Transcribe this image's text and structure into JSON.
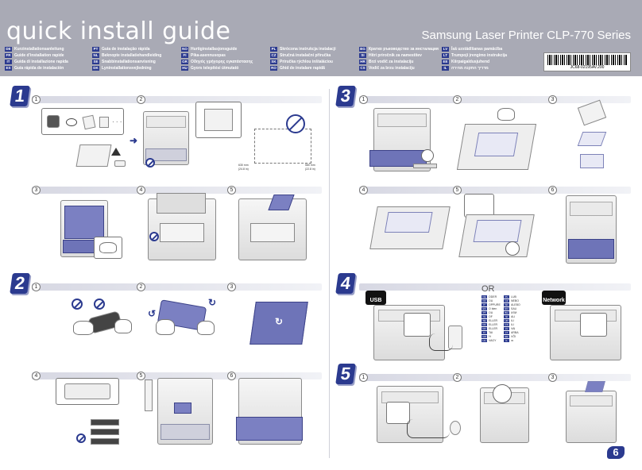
{
  "banner": {
    "title": "quick install guide",
    "series": "Samsung Laser Printer CLP-770 Series"
  },
  "languages": [
    {
      "code": "DE",
      "label": "Kurzinstallationsanleitung"
    },
    {
      "code": "FR",
      "label": "Guide d'installation rapide"
    },
    {
      "code": "IT",
      "label": "Guida di installazione rapida"
    },
    {
      "code": "ES",
      "label": "Guía rápida de instalación"
    },
    {
      "code": "PT",
      "label": "Guia de instalação rápida"
    },
    {
      "code": "NL",
      "label": "Beknopte installatiehandleiding"
    },
    {
      "code": "SE",
      "label": "Snabbinstallationsanvisning"
    },
    {
      "code": "DK",
      "label": "Lyninstallationsvejledning"
    },
    {
      "code": "NO",
      "label": "Hurtiginstallasjonsguide"
    },
    {
      "code": "FI",
      "label": "Pika-asennusopas"
    },
    {
      "code": "GR",
      "label": "Οδηγός γρήγορης εγκατάστασης"
    },
    {
      "code": "HU",
      "label": "Gyors telepítési útmutató"
    },
    {
      "code": "PL",
      "label": "Skrócona instrukcja instalacji"
    },
    {
      "code": "CZ",
      "label": "Stručná instalační příručka"
    },
    {
      "code": "SK",
      "label": "Príručka rýchlou inštaláciou"
    },
    {
      "code": "RO",
      "label": "Ghid de instalare rapidă"
    },
    {
      "code": "BG",
      "label": "Кратко ръководство за инсталация"
    },
    {
      "code": "SI",
      "label": "Hitri priročnik za namestitev"
    },
    {
      "code": "HR",
      "label": "Brzi vodič za instalaciju"
    },
    {
      "code": "CS",
      "label": "Vodič za brzu instalaciju"
    },
    {
      "code": "LV",
      "label": "Īsā uzstādīšanas pamācība"
    },
    {
      "code": "LT",
      "label": "Trumpoji įrengimo instrukcija"
    },
    {
      "code": "EE",
      "label": "Kiirpaigaldusjuhend"
    },
    {
      "code": "IL",
      "label": "מדריך התקנה מהירה"
    }
  ],
  "barcode": {
    "text": "JC68-02195AV.200"
  },
  "steps": {
    "s1": "1",
    "s2": "2",
    "s3": "3",
    "s4": "4",
    "s5": "5"
  },
  "substeps": {
    "n1": "1",
    "n2": "2",
    "n3": "3",
    "n4": "4",
    "n5": "5",
    "n6": "6"
  },
  "step1": {
    "ellipsis": "· · ·",
    "dim_left": "(24.8 in)",
    "dim_right": "(22.8 in)",
    "dim_left_mm": "630 mm",
    "dim_right_mm": "580 mm"
  },
  "step4": {
    "usb_label": "USB",
    "network_label": "Network",
    "or": "OR",
    "os_left": [
      {
        "code": "DE",
        "label": "ODER"
      },
      {
        "code": "FR",
        "label": "OU"
      },
      {
        "code": "IT",
        "label": "OPPURE"
      },
      {
        "code": "ES",
        "label": "O bien"
      },
      {
        "code": "PT",
        "label": "OU"
      },
      {
        "code": "NL",
        "label": "OF"
      },
      {
        "code": "SE",
        "label": "ELLER"
      },
      {
        "code": "DK",
        "label": "ELLER"
      },
      {
        "code": "NO",
        "label": "ELLER"
      },
      {
        "code": "FI",
        "label": "TAI"
      },
      {
        "code": "GR",
        "label": "Ή"
      },
      {
        "code": "HU",
        "label": "VAGY"
      }
    ],
    "os_right": [
      {
        "code": "PL",
        "label": "LUB"
      },
      {
        "code": "CZ",
        "label": "NEBO"
      },
      {
        "code": "SK",
        "label": "ALEBO"
      },
      {
        "code": "RO",
        "label": "SAU"
      },
      {
        "code": "BG",
        "label": "ИЛИ"
      },
      {
        "code": "SI",
        "label": "ALI"
      },
      {
        "code": "HR",
        "label": "ILI"
      },
      {
        "code": "CS",
        "label": "ILI"
      },
      {
        "code": "LV",
        "label": "VAI"
      },
      {
        "code": "LT",
        "label": "ARBA"
      },
      {
        "code": "EE",
        "label": "VÕI"
      },
      {
        "code": "IL",
        "label": "או"
      }
    ]
  },
  "page": {
    "number": "6"
  },
  "colors": {
    "brand": "#2b3a8f",
    "banner": "#a9aab5",
    "accent": "#7b80c2"
  }
}
